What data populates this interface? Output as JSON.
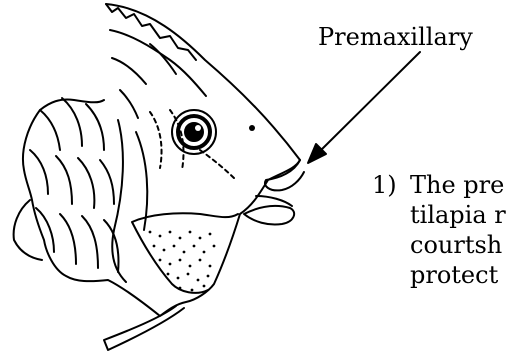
{
  "labels": {
    "premaxillary": "Premaxillary"
  },
  "note": {
    "number": "1)",
    "lines": [
      "The pre",
      "tilapia r",
      "courtsh",
      "protect"
    ]
  },
  "colors": {
    "ink": "#000000",
    "background": "#ffffff"
  }
}
